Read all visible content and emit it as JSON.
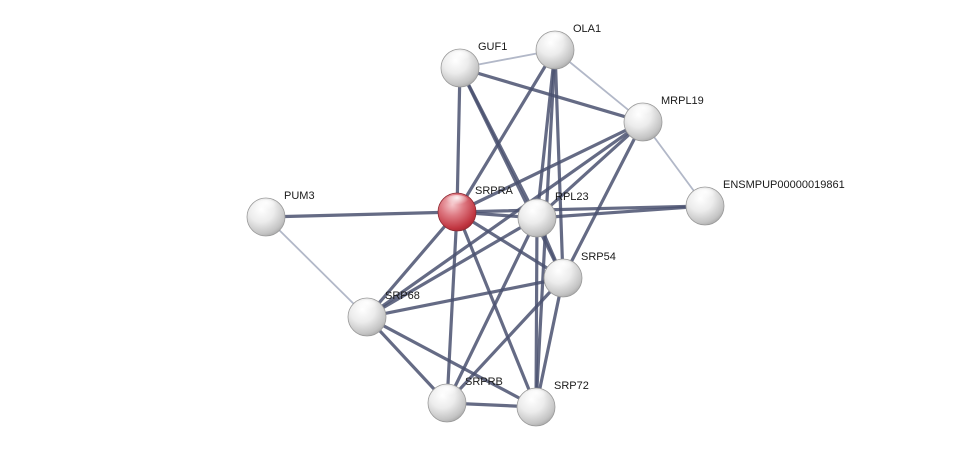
{
  "network": {
    "query_node": "SRPRA",
    "colors": {
      "query_node": "#c0343f",
      "node": "#d9d9d9",
      "edge_strong": "#4a5170",
      "edge_weak": "#aab0c2"
    },
    "nodes": [
      {
        "id": "SRPRA",
        "label": "SRPRA",
        "query": true
      },
      {
        "id": "GUF1",
        "label": "GUF1"
      },
      {
        "id": "OLA1",
        "label": "OLA1"
      },
      {
        "id": "MRPL19",
        "label": "MRPL19"
      },
      {
        "id": "ENSMPUP00000019861",
        "label": "ENSMPUP00000019861"
      },
      {
        "id": "PUM3",
        "label": "PUM3"
      },
      {
        "id": "RPL23",
        "label": "RPL23"
      },
      {
        "id": "SRP54",
        "label": "SRP54"
      },
      {
        "id": "SRP68",
        "label": "SRP68"
      },
      {
        "id": "SRPRB",
        "label": "SRPRB"
      },
      {
        "id": "SRP72",
        "label": "SRP72"
      }
    ],
    "edges": [
      {
        "source": "SRPRA",
        "target": "GUF1",
        "strength": "strong"
      },
      {
        "source": "SRPRA",
        "target": "OLA1",
        "strength": "strong"
      },
      {
        "source": "SRPRA",
        "target": "MRPL19",
        "strength": "strong"
      },
      {
        "source": "SRPRA",
        "target": "ENSMPUP00000019861",
        "strength": "strong"
      },
      {
        "source": "SRPRA",
        "target": "PUM3",
        "strength": "strong"
      },
      {
        "source": "SRPRA",
        "target": "RPL23",
        "strength": "strong"
      },
      {
        "source": "SRPRA",
        "target": "SRP54",
        "strength": "strong"
      },
      {
        "source": "SRPRA",
        "target": "SRP68",
        "strength": "strong"
      },
      {
        "source": "SRPRA",
        "target": "SRPRB",
        "strength": "strong"
      },
      {
        "source": "SRPRA",
        "target": "SRP72",
        "strength": "strong"
      },
      {
        "source": "GUF1",
        "target": "OLA1",
        "strength": "weak"
      },
      {
        "source": "GUF1",
        "target": "MRPL19",
        "strength": "strong"
      },
      {
        "source": "GUF1",
        "target": "RPL23",
        "strength": "strong"
      },
      {
        "source": "GUF1",
        "target": "SRP54",
        "strength": "strong"
      },
      {
        "source": "OLA1",
        "target": "MRPL19",
        "strength": "weak"
      },
      {
        "source": "OLA1",
        "target": "RPL23",
        "strength": "strong"
      },
      {
        "source": "OLA1",
        "target": "SRP54",
        "strength": "strong"
      },
      {
        "source": "OLA1",
        "target": "SRP72",
        "strength": "strong"
      },
      {
        "source": "MRPL19",
        "target": "ENSMPUP00000019861",
        "strength": "weak"
      },
      {
        "source": "MRPL19",
        "target": "RPL23",
        "strength": "strong"
      },
      {
        "source": "MRPL19",
        "target": "SRP54",
        "strength": "strong"
      },
      {
        "source": "MRPL19",
        "target": "SRP68",
        "strength": "strong"
      },
      {
        "source": "RPL23",
        "target": "ENSMPUP00000019861",
        "strength": "strong"
      },
      {
        "source": "RPL23",
        "target": "SRP54",
        "strength": "strong"
      },
      {
        "source": "RPL23",
        "target": "SRP68",
        "strength": "strong"
      },
      {
        "source": "RPL23",
        "target": "SRPRB",
        "strength": "strong"
      },
      {
        "source": "RPL23",
        "target": "SRP72",
        "strength": "strong"
      },
      {
        "source": "PUM3",
        "target": "SRP68",
        "strength": "weak"
      },
      {
        "source": "SRP54",
        "target": "SRP68",
        "strength": "strong"
      },
      {
        "source": "SRP54",
        "target": "SRPRB",
        "strength": "strong"
      },
      {
        "source": "SRP54",
        "target": "SRP72",
        "strength": "strong"
      },
      {
        "source": "SRP68",
        "target": "SRPRB",
        "strength": "strong"
      },
      {
        "source": "SRP68",
        "target": "SRP72",
        "strength": "strong"
      },
      {
        "source": "SRPRB",
        "target": "SRP72",
        "strength": "strong"
      }
    ]
  }
}
